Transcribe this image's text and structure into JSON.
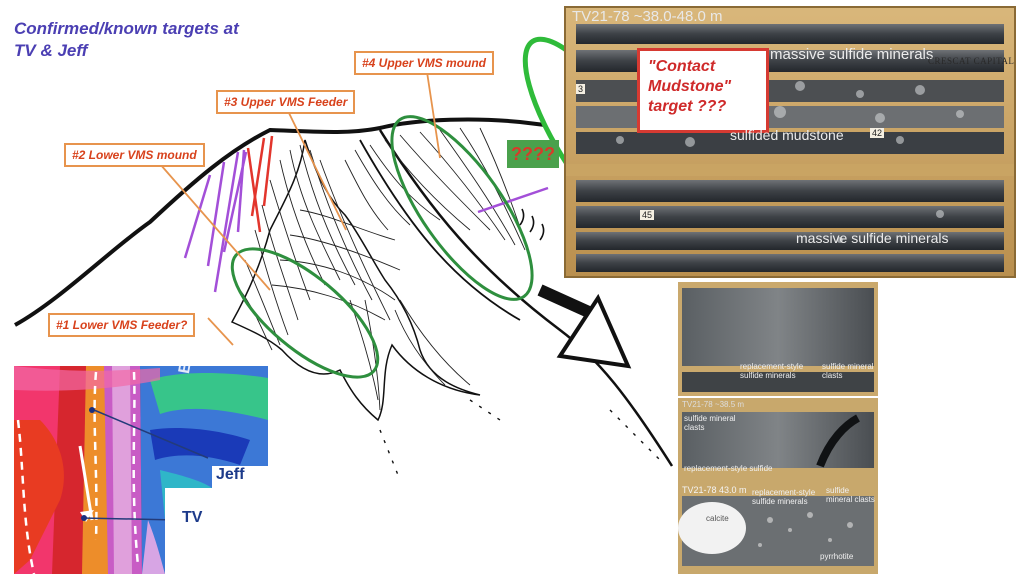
{
  "title": "Confirmed/known targets at TV & Jeff",
  "callouts": {
    "lower_vms_feeder": "#1 Lower VMS Feeder?",
    "lower_vms_mound": "#2 Lower VMS mound",
    "upper_vms_feeder": "#3 Upper VMS Feeder",
    "upper_vms_mound": "#4 Upper VMS mound"
  },
  "contact_target": "\"Contact Mudstone\" target ???",
  "unknown_marker": "????",
  "core_photo_top": {
    "header": "TV21-78 ~38.0-48.0 m",
    "label_top": "massive sulfide minerals",
    "label_mid": "sulfided mudstone",
    "label_bottom": "massive sulfide minerals",
    "row_tag_1": "3",
    "row_tag_2": "42",
    "row_tag_3": "45",
    "logo": "CRESCAT CAPITAL"
  },
  "core_photos_right": {
    "panel1_label_a": "replacement-style sulfide minerals",
    "panel1_label_b": "sulfide mineral clasts",
    "panel2_header": "TV21-78 ~38.5 m",
    "panel2_label_a": "sulfide mineral clasts",
    "panel2_label_b": "replacement-style sulfide",
    "panel3_header": "TV21-78 43.0 m",
    "panel3_label_a": "replacement-style sulfide minerals",
    "panel3_label_b": "sulfide mineral clasts",
    "panel3_label_c": "calcite",
    "panel3_label_d": "pyrrhotite"
  },
  "map": {
    "label_east": "East",
    "label_jeff": "Jeff",
    "label_tv": "TV"
  },
  "colors": {
    "title": "#4b3fb3",
    "callout_border": "#e7944d",
    "callout_text": "#d8421c",
    "green_ellipse": "#2e8f3e",
    "green_highlight": "#2fbb3a",
    "purple_drill": "#a34fd8",
    "red_drill": "#e2352c"
  }
}
